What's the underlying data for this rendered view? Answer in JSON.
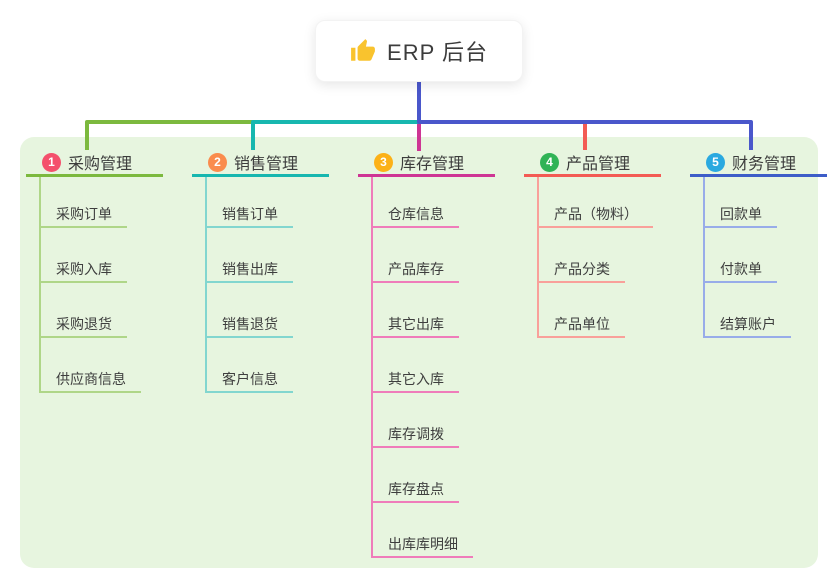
{
  "canvas": {
    "background": "#ffffff",
    "panel_color": "#e7f5df"
  },
  "root": {
    "title": "ERP 后台",
    "icon": "thumbs-up-icon",
    "icon_color": "#f9c32e"
  },
  "connector": {
    "stem_color": "#4a57cb"
  },
  "branches": [
    {
      "badge": "1",
      "badge_color": "#f4506c",
      "line_color": "#7cb93e",
      "sub_line_color": "#afd688",
      "title": "采购管理",
      "items": [
        "采购订单",
        "采购入库",
        "采购退货",
        "供应商信息"
      ]
    },
    {
      "badge": "2",
      "badge_color": "#fa8c4d",
      "line_color": "#17b7af",
      "sub_line_color": "#82d6cf",
      "title": "销售管理",
      "items": [
        "销售订单",
        "销售出库",
        "销售退货",
        "客户信息"
      ]
    },
    {
      "badge": "3",
      "badge_color": "#fcb117",
      "line_color": "#ce3594",
      "sub_line_color": "#ef7cba",
      "title": "库存管理",
      "items": [
        "仓库信息",
        "产品库存",
        "其它出库",
        "其它入库",
        "库存调拨",
        "库存盘点",
        "出库库明细"
      ]
    },
    {
      "badge": "4",
      "badge_color": "#30b356",
      "line_color": "#f35b54",
      "sub_line_color": "#f9a09a",
      "title": "产品管理",
      "items": [
        "产品（物料）",
        "产品分类",
        "产品单位"
      ]
    },
    {
      "badge": "5",
      "badge_color": "#2aa9e0",
      "line_color": "#3d5dc8",
      "sub_line_color": "#98ace9",
      "title": "财务管理",
      "items": [
        "回款单",
        "付款单",
        "结算账户"
      ]
    }
  ]
}
